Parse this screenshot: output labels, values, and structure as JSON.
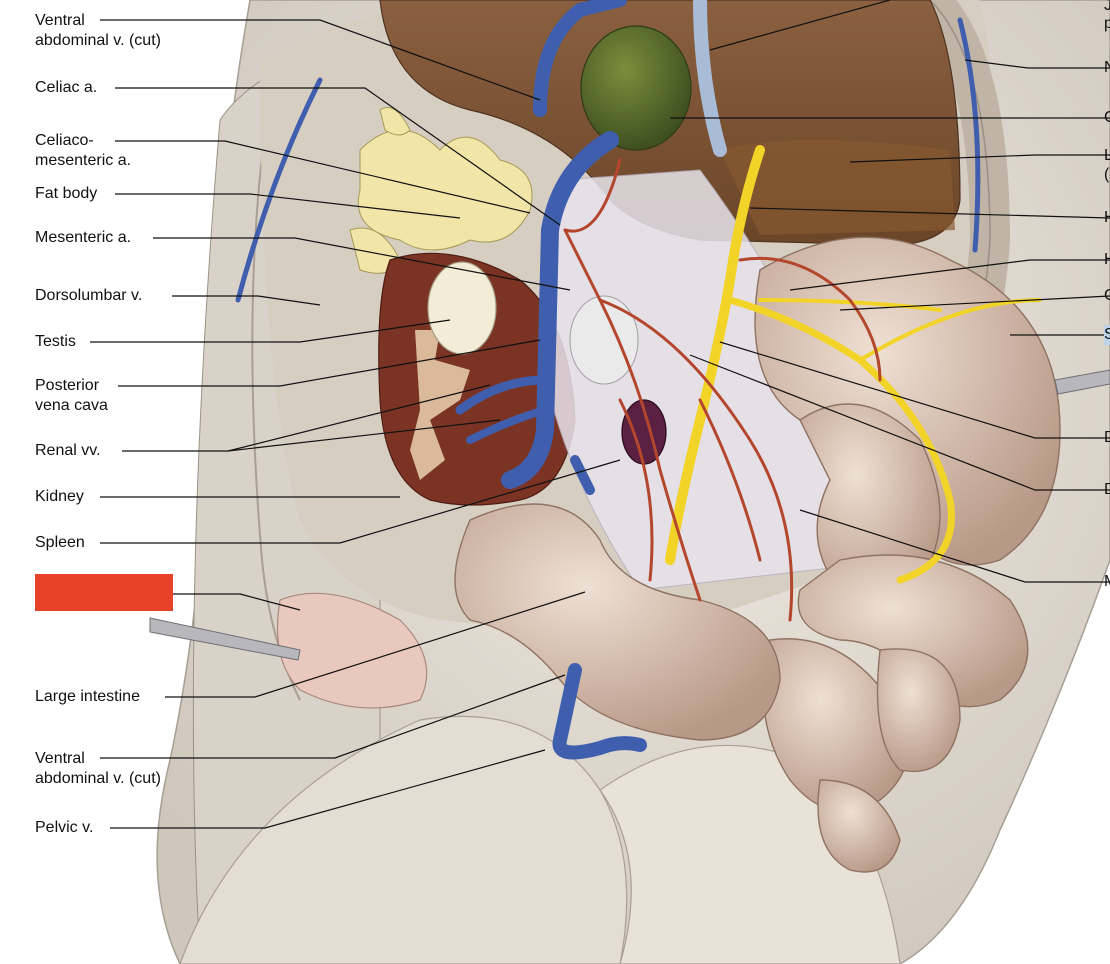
{
  "labels_left": [
    {
      "id": "ventral-abdominal-v-upper",
      "text": "Ventral",
      "text2": "abdominal v. (cut)"
    },
    {
      "id": "celiac-a",
      "text": "Celiac a."
    },
    {
      "id": "celiacomesenteric-a",
      "text": "Celiaco-",
      "text2": "mesenteric a."
    },
    {
      "id": "fat-body",
      "text": "Fat body"
    },
    {
      "id": "mesenteric-a",
      "text": "Mesenteric a."
    },
    {
      "id": "dorsolumbar-v",
      "text": "Dorsolumbar v."
    },
    {
      "id": "testis",
      "text": "Testis"
    },
    {
      "id": "posterior-vena-cava",
      "text": "Posterior",
      "text2": "vena cava"
    },
    {
      "id": "renal-vv",
      "text": "Renal vv."
    },
    {
      "id": "kidney",
      "text": "Kidney"
    },
    {
      "id": "spleen",
      "text": "Spleen"
    },
    {
      "id": "large-intestine",
      "text": "Large intestine"
    },
    {
      "id": "ventral-abdominal-v-lower",
      "text": "Ventral",
      "text2": "abdominal v. (cut)"
    },
    {
      "id": "pelvic-v",
      "text": "Pelvic v."
    }
  ],
  "labels_right_truncated": [
    {
      "id": "r-top-a",
      "text": "J"
    },
    {
      "id": "r-top-b",
      "text": "p"
    },
    {
      "id": "r1",
      "text": "N"
    },
    {
      "id": "r2",
      "text": "G"
    },
    {
      "id": "r3a",
      "text": "L"
    },
    {
      "id": "r3b",
      "text": "("
    },
    {
      "id": "r4",
      "text": "H"
    },
    {
      "id": "r5",
      "text": "H"
    },
    {
      "id": "r6",
      "text": "G"
    },
    {
      "id": "r7",
      "text": "S"
    },
    {
      "id": "r8",
      "text": "D"
    },
    {
      "id": "r9",
      "text": "D"
    },
    {
      "id": "r10",
      "text": "M"
    }
  ],
  "colors": {
    "vein": "#3f5fae",
    "artery": "#b5462e",
    "bile": "#f2d428",
    "liver": "#7a5232",
    "gall": "#556b2f",
    "kidney": "#7a3322",
    "intestine": "#d8bfae",
    "skin": "#ddd6cc",
    "redact": "#e8432a"
  }
}
